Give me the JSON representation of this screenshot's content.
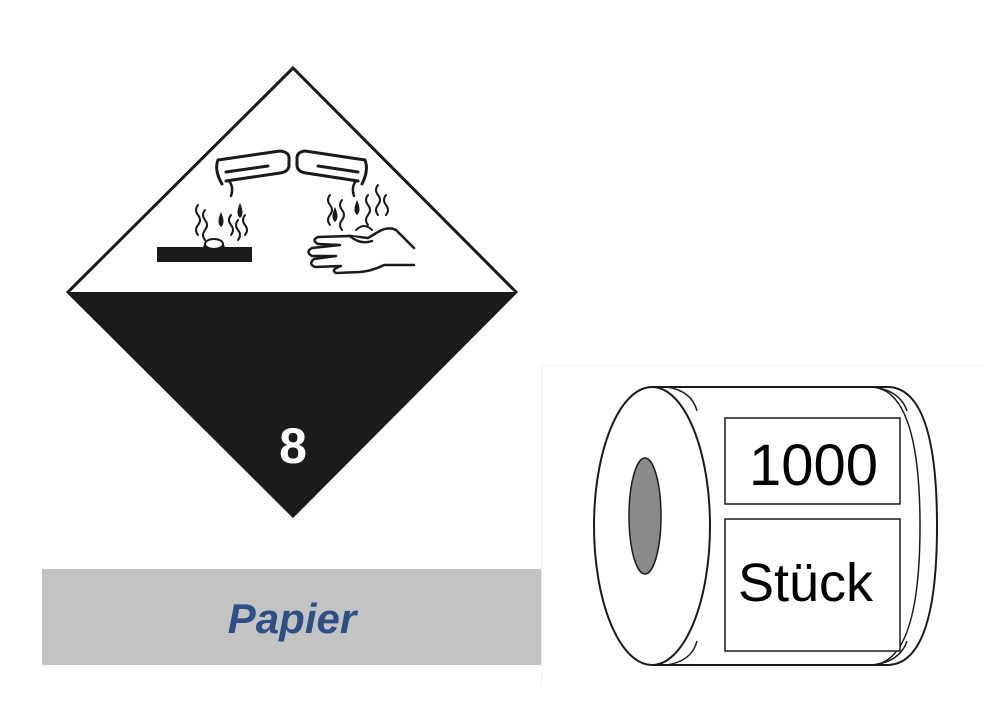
{
  "hazard_label": {
    "class_number": "8",
    "symbol": "corrosive-icon",
    "colors": {
      "top": "#ffffff",
      "bottom": "#1c1c1c",
      "border": "#1a1a1a",
      "number": "#ffffff"
    }
  },
  "material": {
    "label": "Papier",
    "background": "#c3c3c3",
    "text_color": "#2e4f86"
  },
  "roll": {
    "quantity": "1000",
    "unit": "Stück",
    "core_color": "#8a8a8a"
  }
}
